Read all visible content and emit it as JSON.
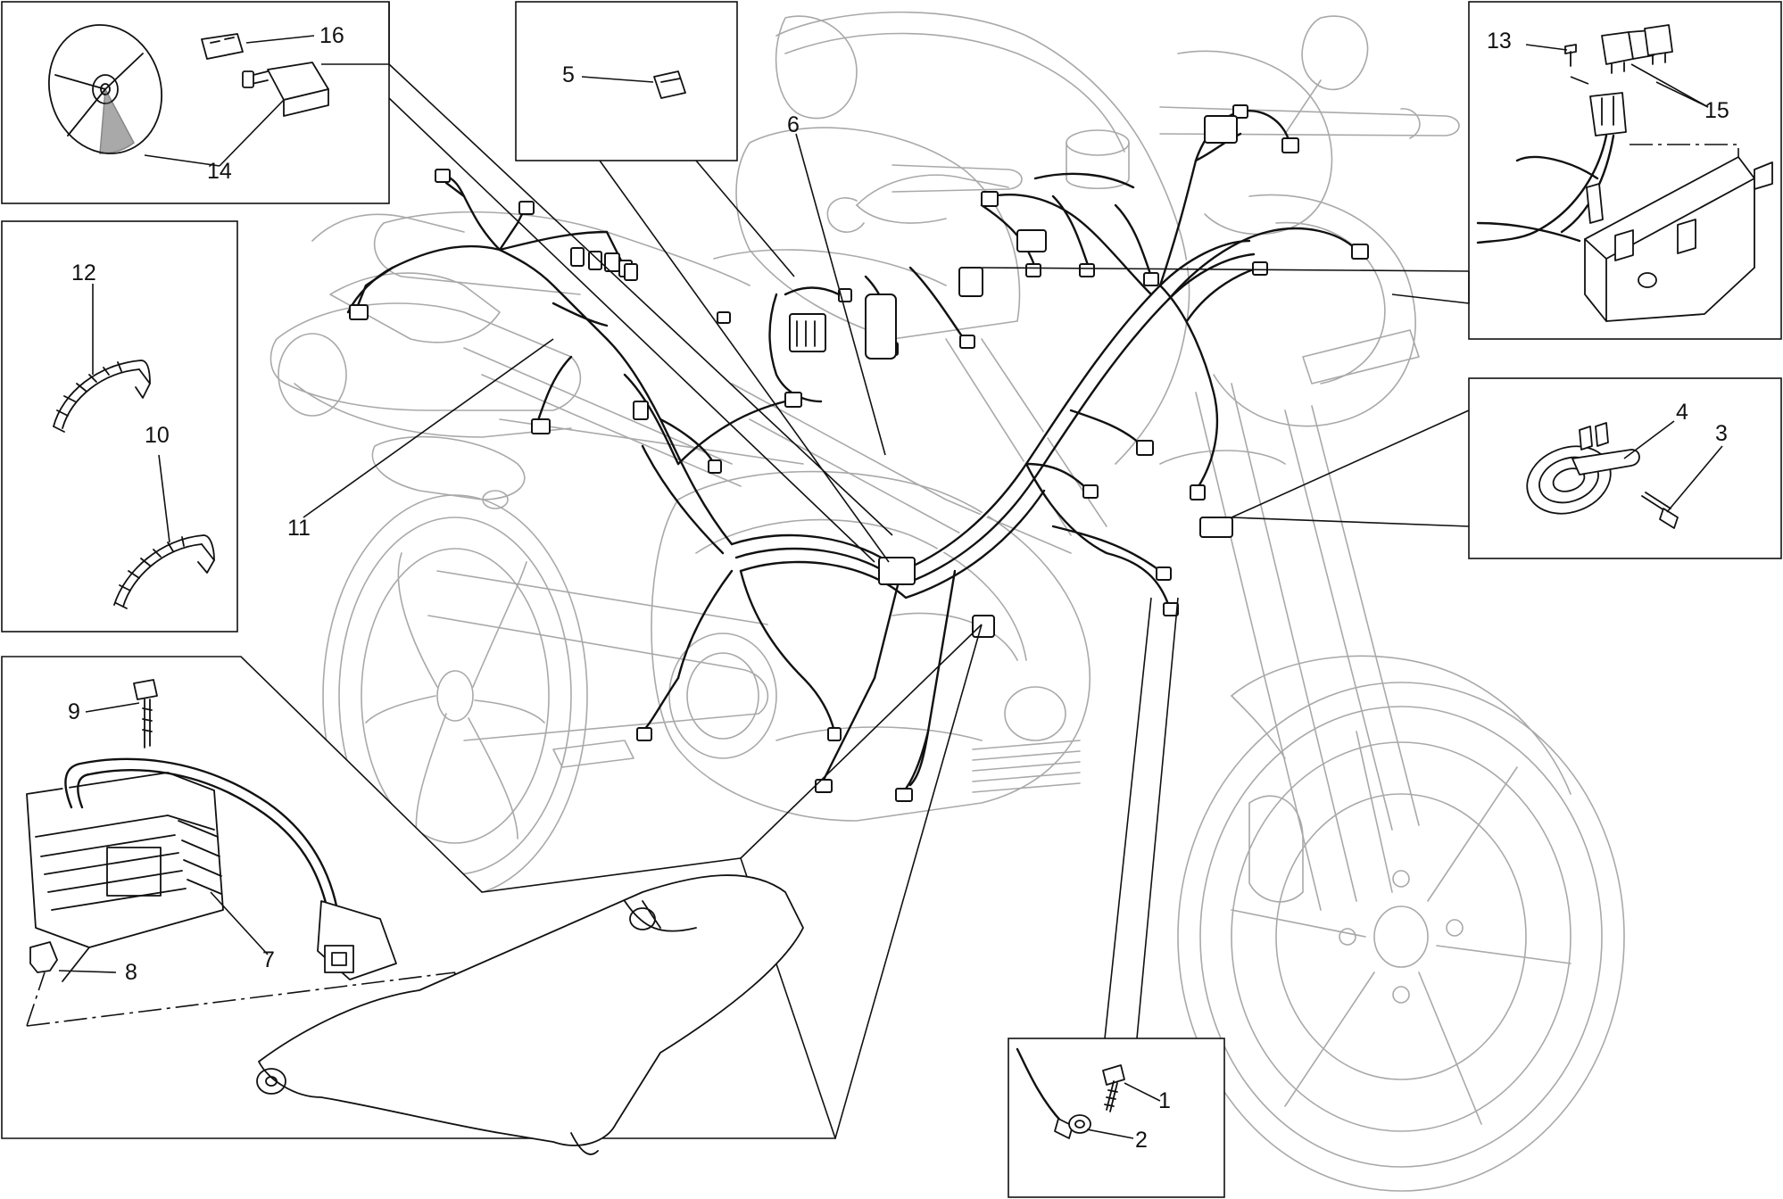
{
  "diagram": {
    "callouts": [
      {
        "id": "1",
        "label": "1"
      },
      {
        "id": "2",
        "label": "2"
      },
      {
        "id": "3",
        "label": "3"
      },
      {
        "id": "4",
        "label": "4"
      },
      {
        "id": "5",
        "label": "5"
      },
      {
        "id": "6",
        "label": "6"
      },
      {
        "id": "7",
        "label": "7"
      },
      {
        "id": "8",
        "label": "8"
      },
      {
        "id": "9",
        "label": "9"
      },
      {
        "id": "10",
        "label": "10"
      },
      {
        "id": "11",
        "label": "11"
      },
      {
        "id": "12",
        "label": "12"
      },
      {
        "id": "13",
        "label": "13"
      },
      {
        "id": "14",
        "label": "14"
      },
      {
        "id": "15",
        "label": "15"
      },
      {
        "id": "16",
        "label": "16"
      }
    ],
    "colors": {
      "ink": "#111111",
      "ghost": "#a9a9a9",
      "background": "#ffffff"
    }
  }
}
